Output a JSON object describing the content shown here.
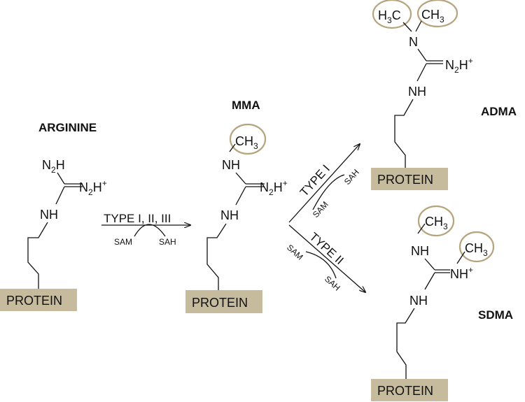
{
  "colors": {
    "protein_box": "#c6bb9c",
    "methyl_ring": "#b5a47d",
    "ink": "#111111"
  },
  "labels": {
    "arginine": "ARGININE",
    "mma": "MMA",
    "adma": "ADMA",
    "sdma": "SDMA",
    "protein": "PROTEIN"
  },
  "atoms": {
    "n": "N",
    "nh": "NH",
    "h": "H",
    "plus": "+",
    "two": "2",
    "three": "3",
    "c": "C"
  },
  "enzymes": {
    "step1": "TYPE I, II, III",
    "type_i": "TYPE I",
    "type_ii": "TYPE II"
  },
  "cofactors": {
    "sam": "SAM",
    "sah": "SAH"
  }
}
